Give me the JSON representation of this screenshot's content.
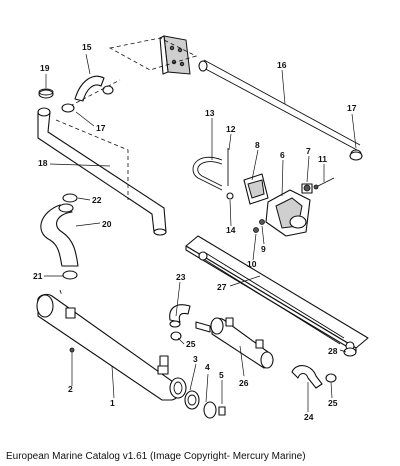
{
  "caption": "European Marine Catalog v1.61 (Image Copyright- Mercury Marine)",
  "callouts": {
    "c1": "1",
    "c2": "2",
    "c3": "3",
    "c4": "4",
    "c5": "5",
    "c6": "6",
    "c7": "7",
    "c8": "8",
    "c9": "9",
    "c10": "10",
    "c11": "11",
    "c12": "12",
    "c13": "13",
    "c14": "14",
    "c15": "15",
    "c16": "16",
    "c17a": "17",
    "c17b": "17",
    "c18": "18",
    "c19": "19",
    "c20": "20",
    "c21": "21",
    "c22": "22",
    "c23": "23",
    "c24": "24",
    "c25a": "25",
    "c25b": "25",
    "c26": "26",
    "c27": "27",
    "c28": "28"
  }
}
